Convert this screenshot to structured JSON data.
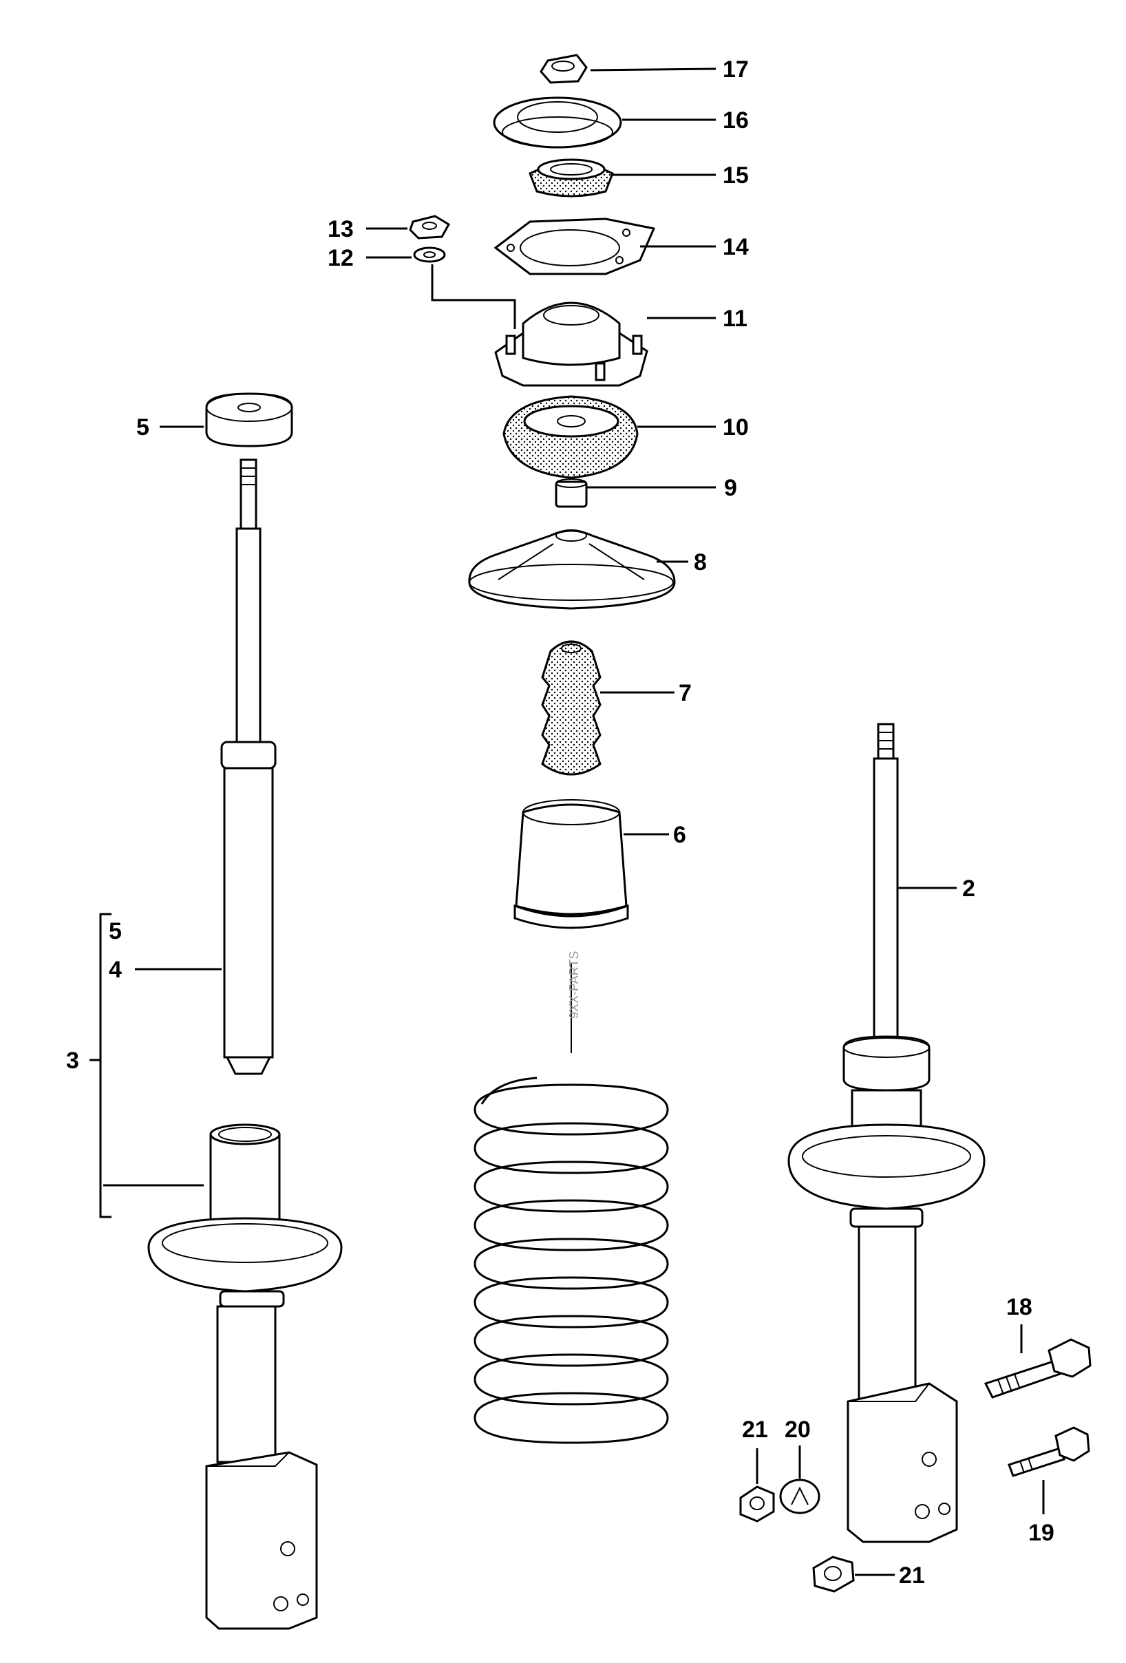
{
  "diagram": {
    "callouts": {
      "c17": "17",
      "c16": "16",
      "c15": "15",
      "c14": "14",
      "c13": "13",
      "c12": "12",
      "c11": "11",
      "c10": "10",
      "c9": "9",
      "c8": "8",
      "c7": "7",
      "c6": "6",
      "c5top": "5",
      "c5bracket": "5",
      "c4": "4",
      "c3": "3",
      "c2": "2",
      "c18": "18",
      "c19": "19",
      "c20": "20",
      "c21a": "21",
      "c21b": "21"
    },
    "watermark": "9XX-PARTS"
  }
}
